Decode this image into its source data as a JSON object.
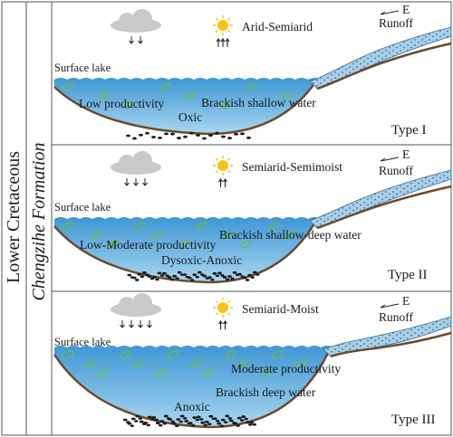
{
  "side_labels": {
    "period": "Lower Cretaceous",
    "formation": "Chengzihe Formation"
  },
  "panels": [
    {
      "id": "type-1",
      "climate": "Arid-Semiarid",
      "wind": "E",
      "runoff": "Runoff",
      "lake": "Surface lake",
      "productivity": "Low productivity",
      "salinity_depth": "Brackish shallow water",
      "redox": "Oxic",
      "type": "Type I",
      "rain_drops": 2,
      "evaporation_arrows": 3
    },
    {
      "id": "type-2",
      "climate": "Semiarid-Semimoist",
      "wind": "E",
      "runoff": "Runoff",
      "lake": "Surface lake",
      "productivity": "Low-Moderate productivity",
      "salinity_depth": "Brackish shallow-deep water",
      "redox": "Dysoxic-Anoxic",
      "type": "Type II",
      "rain_drops": 3,
      "evaporation_arrows": 2
    },
    {
      "id": "type-3",
      "climate": "Semiarid-Moist",
      "wind": "E",
      "runoff": "Runoff",
      "lake": "Surface lake",
      "productivity": "Moderate productivity",
      "salinity_depth": "Brackish deep water",
      "redox": "Anoxic",
      "type": "Type III",
      "rain_drops": 4,
      "evaporation_arrows": 2
    }
  ],
  "colors": {
    "water_top": "#3f97d4",
    "water_bottom": "#9fd0ef",
    "basin_line": "#6b4a2e",
    "runoff_fill": "#a9cfe8",
    "cloud": "#c9c9c9",
    "sun": "#f7c21a",
    "algae": "#6dbb4a",
    "frame": "#555555"
  }
}
